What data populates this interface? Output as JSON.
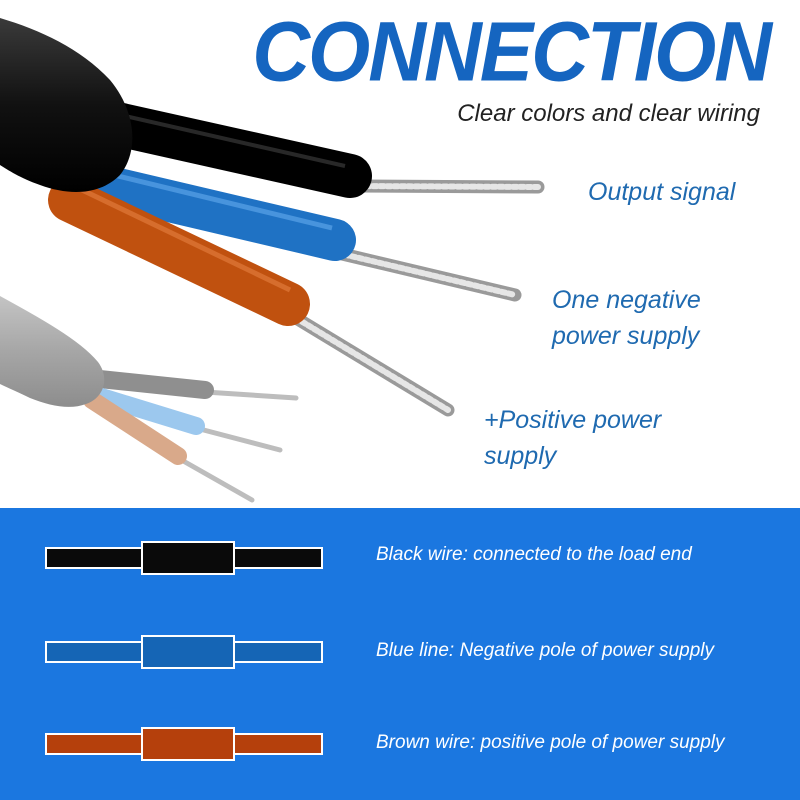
{
  "header": {
    "title": "CONNECTION",
    "subtitle": "Clear colors and clear wiring"
  },
  "callouts": {
    "output": "Output signal",
    "negative_1": "One negative",
    "negative_2": "power supply",
    "positive_1": "+Positive power",
    "positive_2": "supply"
  },
  "legend": [
    {
      "label": "Black wire: connected to the load end",
      "color": "#0a0a0a"
    },
    {
      "label": "Blue line: Negative pole of power supply",
      "color": "#1565b5"
    },
    {
      "label": "Brown wire: positive pole of power supply",
      "color": "#b5400c"
    }
  ],
  "colors": {
    "title": "#1565c0",
    "callout": "#1f6ab0",
    "band": "#1b77e0",
    "black_wire": "#0a0a0a",
    "blue_wire": "#1f72c4",
    "brown_wire": "#c0510f",
    "grey_cable": "#a9a9a9"
  }
}
